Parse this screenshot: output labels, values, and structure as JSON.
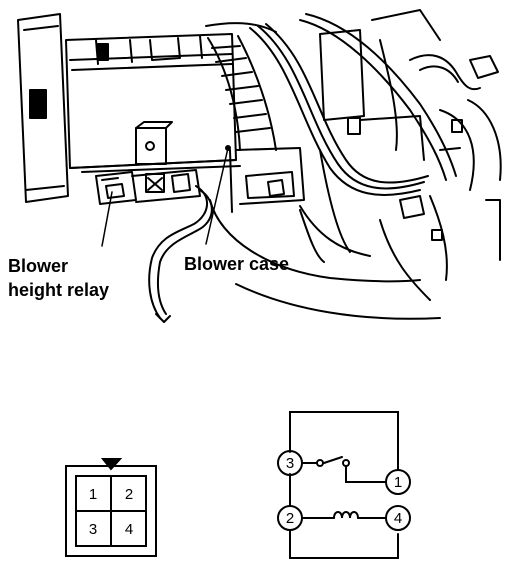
{
  "illustration": {
    "labels": {
      "relay": [
        "Blower",
        "height relay"
      ],
      "case": "Blower case"
    }
  },
  "connector": {
    "pins": [
      "1",
      "2",
      "3",
      "4"
    ]
  },
  "schematic": {
    "terminals": [
      "3",
      "1",
      "2",
      "4"
    ]
  }
}
